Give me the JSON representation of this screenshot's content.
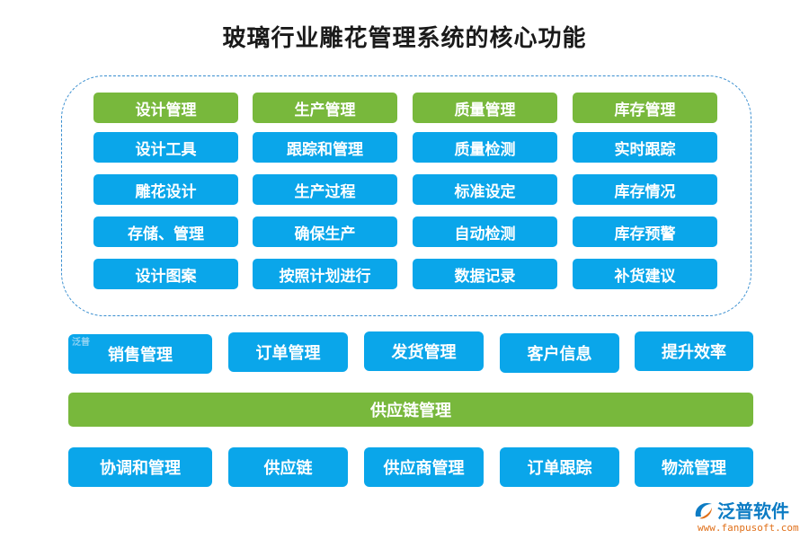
{
  "title": "玻璃行业雕花管理系统的核心功能",
  "core": {
    "headers": [
      "设计管理",
      "生产管理",
      "质量管理",
      "库存管理"
    ],
    "columns": [
      [
        "设计工具",
        "雕花设计",
        "存储、管理",
        "设计图案"
      ],
      [
        "跟踪和管理",
        "生产过程",
        "确保生产",
        "按照计划进行"
      ],
      [
        "质量检测",
        "标准设定",
        "自动检测",
        "数据记录"
      ],
      [
        "实时跟踪",
        "库存情况",
        "库存预警",
        "补货建议"
      ]
    ]
  },
  "middle_row": [
    "销售管理",
    "订单管理",
    "发货管理",
    "客户信息",
    "提升效率"
  ],
  "supply_chain": {
    "bar_label": "供应链管理",
    "items": [
      "协调和管理",
      "供应链",
      "供应商管理",
      "订单跟踪",
      "物流管理"
    ]
  },
  "watermark": "泛普",
  "brand": {
    "name": "泛普软件",
    "url": "www.fanpusoft.com"
  },
  "colors": {
    "blue": "#0aa6ea",
    "green": "#78b83c",
    "frame": "#3a8fd0",
    "brand": "#0d7cc4"
  }
}
